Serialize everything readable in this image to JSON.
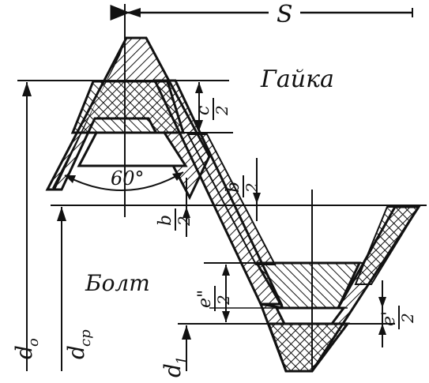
{
  "labels": {
    "pitch": "S",
    "nut": "Гайка",
    "bolt": "Болт",
    "angle": "60°",
    "d0": "d",
    "d0_sub": "o",
    "dcp": "d",
    "dcp_sub": "cp",
    "d1": "d",
    "d1_sub": "1",
    "c_num": "c",
    "b_num": "b",
    "e2_num": "e\"",
    "e1_num": "e'",
    "den": "2"
  },
  "colors": {
    "ink": "#111111",
    "paper": "#ffffff"
  }
}
